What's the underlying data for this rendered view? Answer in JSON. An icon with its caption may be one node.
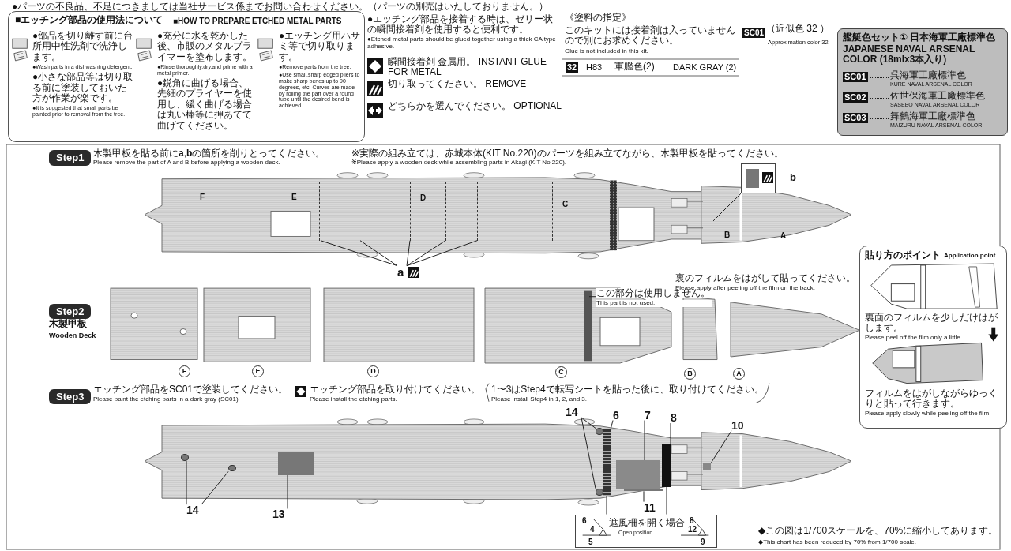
{
  "diagram": {
    "nodes": [
      {
        "text": [
          "■エッチング部品の使用法について",
          "■HOW TO PREPARE ETCHED METAL PARTS",
          "●部品を切り離す前に台所用中性洗剤で洗浄します。",
          "●Wash parts in a dishwashing detergent.",
          "●小さな部品等は切り取る前に塗装しておいた方が作業が楽です。",
          "●It is suggested that small parts be painted prior to removal from the tree.",
          "●充分に水を乾かした後、市販のメタルプライマーを塗布します。",
          "●Rinse thoroughly,dry,and prime with a metal primer.",
          "●鋭角に曲げる場合、先細のプライヤーを使用し、緩く曲げる場合は丸い棒等に押あてて曲げてください。",
          "●エッチング用ハサミ等で切り取ります。",
          "●Remove parts from the tree.",
          "●Use small,sharp edged pliers to make sharp bends up to 90 degrees, etc. Curves are made by rolling the part over a round tube until the desired bend is achieved."
        ]
      },
      {
        "text": [
          "艦艇色セット① 日本海軍工廠標準色",
          "JAPANESE NAVAL ARSENAL COLOR (18mlx3本入り)",
          "SC01",
          "呉海軍工廠標準色",
          "KURE NAVAL ARSENAL COLOR",
          "SC02",
          "佐世保海軍工廠標準色",
          "SASEBO NAVAL ARSENAL COLOR",
          "SC03",
          "舞鶴海軍工廠標準色",
          "MAIZURU NAVAL ARSENAL COLOR"
        ]
      },
      {
        "text": [
          "a"
        ]
      },
      {
        "text": [],
        "shape": "box",
        "beside": [
          "b"
        ]
      },
      {
        "text": [
          "この部分は使用しません。",
          "This part is not used."
        ]
      },
      {
        "text": [
          "貼り方のポイント",
          "Application point",
          "裏面のフィルムを少しだけはがします。",
          "Please peel off the film only a little.",
          "フィルムをはがしながらゆっくりと貼って行きます。",
          "Please apply slowly while peeling off the film."
        ]
      },
      {
        "text": [
          "14"
        ]
      },
      {
        "text": [
          "6"
        ]
      },
      {
        "text": [
          "7"
        ]
      },
      {
        "text": [
          "8"
        ]
      },
      {
        "text": [
          "10"
        ]
      },
      {
        "text": [
          "11"
        ]
      },
      {
        "text": [
          "14"
        ]
      },
      {
        "text": [
          "13"
        ]
      },
      {
        "text": [
          "6",
          "4",
          "5",
          "遮風柵を開く場合",
          "Open position",
          "8",
          "12",
          "9"
        ]
      },
      {
        "text": [],
        "shape": "bar"
      },
      {
        "text": [],
        "shape": "bar"
      },
      {
        "text": [],
        "shape": "bar"
      },
      {
        "text": [],
        "shape": "bar"
      },
      {
        "text": [],
        "shape": "bar"
      },
      {
        "text": [],
        "shape": "bar"
      },
      {
        "text": [],
        "shape": "bar"
      },
      {
        "text": [],
        "shape": "bar"
      },
      {
        "text": [],
        "shape": "circle"
      },
      {
        "text": [],
        "shape": "circle"
      },
      {
        "text": [],
        "shape": "circle"
      },
      {
        "text": [],
        "shape": "circle"
      },
      {
        "text": [],
        "shape": "box"
      },
      {
        "text": [],
        "shape": "bar"
      },
      {
        "text": [],
        "shape": "box"
      },
      {
        "text": [],
        "shape": "bar"
      },
      {
        "text": [],
        "shape": "bar"
      },
      {
        "text": [],
        "shape": "box"
      }
    ],
    "edges": [
      {
        "from": 2,
        "to": 15,
        "arrow": "none"
      },
      {
        "from": 2,
        "to": 16,
        "arrow": "none"
      },
      {
        "from": 2,
        "to": 17,
        "arrow": "none"
      },
      {
        "from": 2,
        "to": 18,
        "arrow": "none"
      },
      {
        "from": 2,
        "to": 19,
        "arrow": "none"
      },
      {
        "from": 3,
        "to": null,
        "arrow": "none"
      },
      {
        "from": 4,
        "to": null,
        "arrow": "none"
      },
      {
        "from": 6,
        "to": 25,
        "arrow": "none"
      },
      {
        "from": 6,
        "to": 26,
        "arrow": "none"
      },
      {
        "from": 7,
        "to": 28,
        "arrow": "none"
      },
      {
        "from": 8,
        "to": 29,
        "arrow": "none"
      },
      {
        "from": 9,
        "to": 31,
        "arrow": "none"
      },
      {
        "from": 10,
        "to": 32,
        "arrow": "none"
      },
      {
        "from": 11,
        "to": 30,
        "arrow": "none"
      },
      {
        "from": 12,
        "to": 23,
        "arrow": "none"
      },
      {
        "from": 12,
        "to": 24,
        "arrow": "none"
      },
      {
        "from": 13,
        "to": 27,
        "arrow": "none"
      },
      {
        "from": 14,
        "to": 28,
        "arrow": "none"
      },
      {
        "from": 14,
        "to": 31,
        "arrow": "none"
      }
    ],
    "labels": [
      "●パーツの不良品、不足につきましては当社サービス係までお問い合わせください。（パーツの別売はいたしておりません。）",
      "●エッチング部品を接着する時は、ゼリー状の瞬間接着剤を使用すると便利です。",
      "●Etched metal parts should be glued together using a thick CA type adhesive.",
      "《塗料の指定》",
      "このキットには接着剤は入っていませんので別にお求めください。",
      "Glue is not included in this kit.",
      "32",
      "H83",
      "軍艦色(2)",
      "DARK GRAY (2)",
      "SC01",
      "（近似色 32 ）",
      "Approximation color 32",
      "Step1",
      "木製甲板を貼る前に**a**,**b**の箇所を削りとってください。",
      "Please remove the part of A and B before applying a wooden deck.",
      "※実際の組み立ては、赤城本体(KIT No.220)のパーツを組み立てながら、木製甲板を貼ってください。",
      "※Please apply a wooden deck while assembling parts in Akagi (KIT No.220).",
      "F",
      "E",
      "D",
      "C",
      "B",
      "A",
      "Step2",
      "木製甲板",
      "Wooden Deck",
      "裏のフィルムをはがして貼ってください。",
      "Please apply after peeling off the film on the back.",
      "F",
      "E",
      "D",
      "C",
      "B",
      "A",
      "Step3",
      "エッチング部品をSC01で塗装してください。",
      "Please paint the etching parts in a dark gray (SC01)",
      "エッチング部品を取り付けてください。",
      "Please install the etching parts.",
      "1〜3はStep4で転写シートを貼った後に、取り付けてください。",
      "Please install Step4 in 1, 2, and 3.",
      "◆この図は1/700スケールを、70%に縮小してあります。",
      "◆This  chart has been reduced by 70% from 1/700 scale."
    ],
    "legend": [
      {
        "text": "瞬間接着剤 金属用。 INSTANT GLUE FOR METAL"
      },
      {
        "text": "切り取ってください。 REMOVE"
      },
      {
        "text": "どちらかを選んでください。 OPTIONAL"
      }
    ]
  }
}
